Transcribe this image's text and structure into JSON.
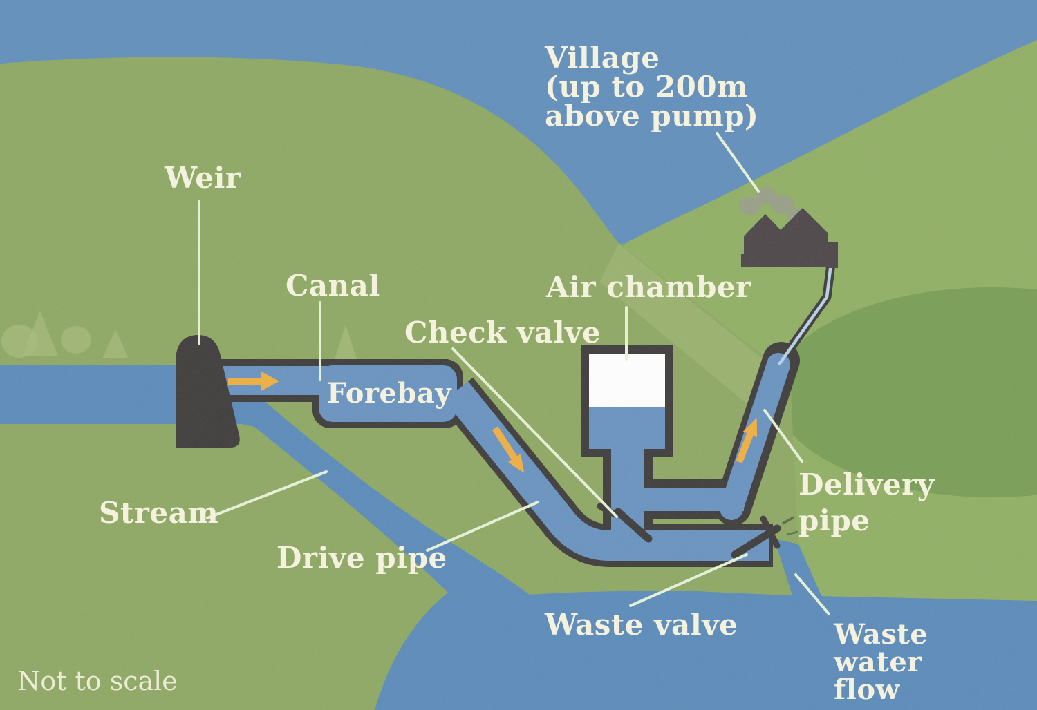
{
  "diagram": {
    "note": "Not to scale",
    "labels": {
      "weir": "Weir",
      "canal": "Canal",
      "check_valve": "Check valve",
      "air_chamber": "Air chamber",
      "forebay": "Forebay",
      "stream": "Stream",
      "drive_pipe": "Drive pipe",
      "waste_valve": "Waste valve",
      "village": {
        "lines": [
          "Village",
          "(up to 200m",
          "above pump)"
        ]
      },
      "delivery_pipe": {
        "lines": [
          "Delivery",
          "pipe"
        ]
      },
      "waste_water_flow": {
        "lines": [
          "Waste",
          "water",
          "flow"
        ]
      }
    },
    "colors": {
      "sky": "#6390bc",
      "hill_left": "#8fa965",
      "hill_right": "#92b066",
      "hill_shade": "#7b9f58",
      "hill_light": "#a7bc7c",
      "water": "#5d8cba",
      "pipe_water": "#6a94c0",
      "pipe_core": "#b7d2e5",
      "structure_dark": "#413f3e",
      "house": "#4e484b",
      "smoke": "#9b9b95",
      "arrow": "#efb044",
      "chamber_air": "#ffffff",
      "label_text": "#f4f1de",
      "leader_line": "#e7f2d8"
    }
  }
}
